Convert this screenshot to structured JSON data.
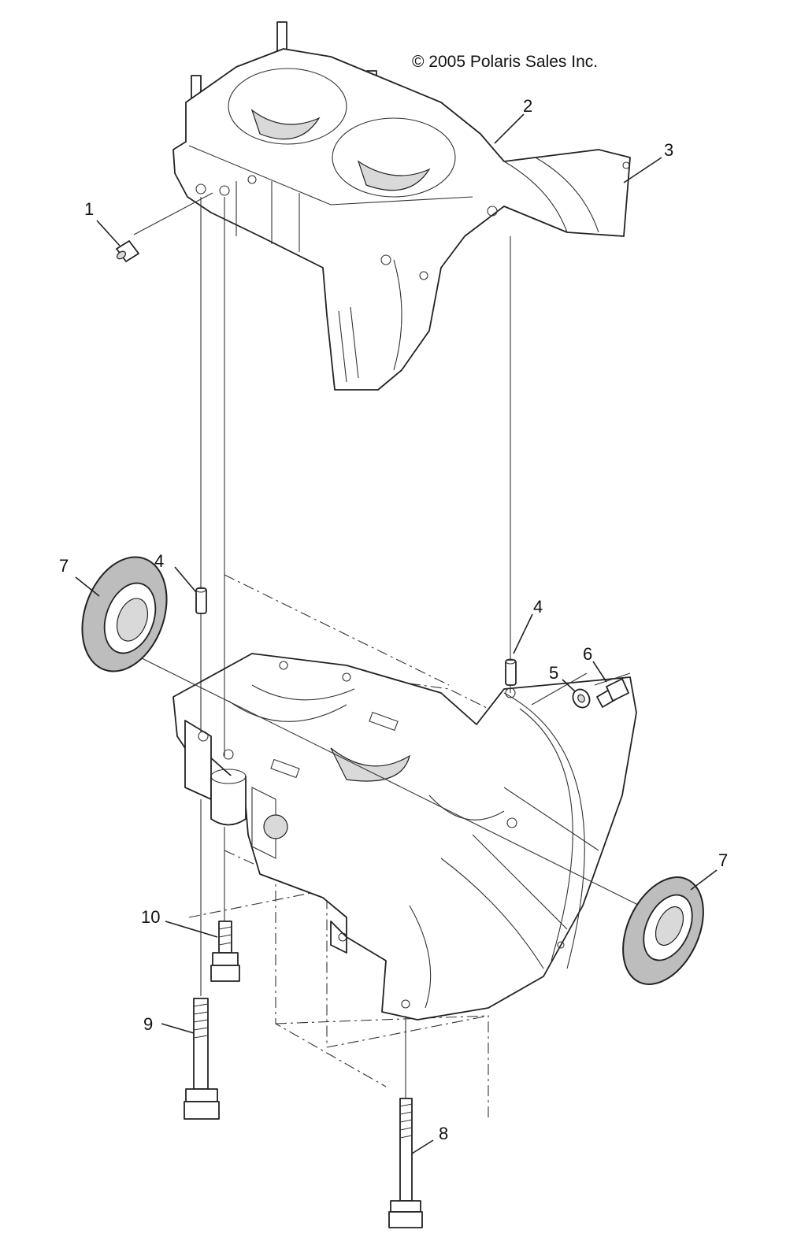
{
  "copyright": "© 2005 Polaris Sales Inc.",
  "callouts": {
    "c1": "1",
    "c2": "2",
    "c3": "3",
    "c4a": "4",
    "c4b": "4",
    "c5": "5",
    "c6": "6",
    "c7a": "7",
    "c7b": "7",
    "c8": "8",
    "c9": "9",
    "c10": "10"
  }
}
